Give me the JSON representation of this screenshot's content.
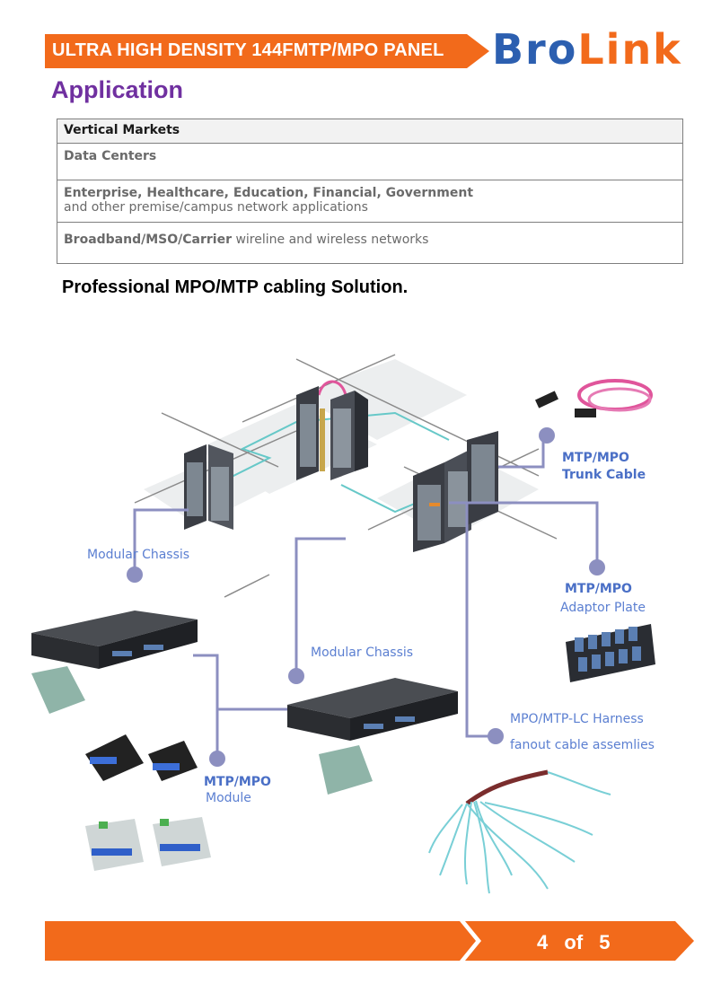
{
  "header": {
    "title": "ULTRA HIGH DENSITY 144FMTP/MPO PANEL",
    "logo_part1": "Bro",
    "logo_part2": "Link",
    "banner_color": "#f26a1b",
    "logo_colors": [
      "#2c5fb0",
      "#f26a1b"
    ]
  },
  "section": {
    "title": "Application"
  },
  "markets_table": {
    "header": "Vertical Markets",
    "rows": [
      {
        "strong": "Data Centers",
        "rest": ""
      },
      {
        "strong": "Enterprise, Healthcare, Education, Financial, Government",
        "rest": "and other premise/campus network applications"
      },
      {
        "strong": "Broadband/MSO/Carrier",
        "rest": " wireline and wireless networks"
      }
    ]
  },
  "subtitle": "Professional MPO/MTP cabling Solution.",
  "diagram": {
    "labels": {
      "trunk_1": "MTP/MPO",
      "trunk_2": "Trunk Cable",
      "adaptor_1": "MTP/MPO",
      "adaptor_2": "Adaptor Plate",
      "chassis_left": "Modular Chassis",
      "chassis_center": "Modular Chassis",
      "harness_1": "MPO/MTP-LC Harness",
      "harness_2": "fanout cable assemlies",
      "module_1": "MTP/MPO",
      "module_2": "Module"
    },
    "line_color": "#8c8fc0",
    "cable_colors": [
      "#e0559b",
      "#66c8c8"
    ]
  },
  "footer": {
    "current": "4",
    "of": "of",
    "total": "5",
    "color": "#f26a1b"
  }
}
